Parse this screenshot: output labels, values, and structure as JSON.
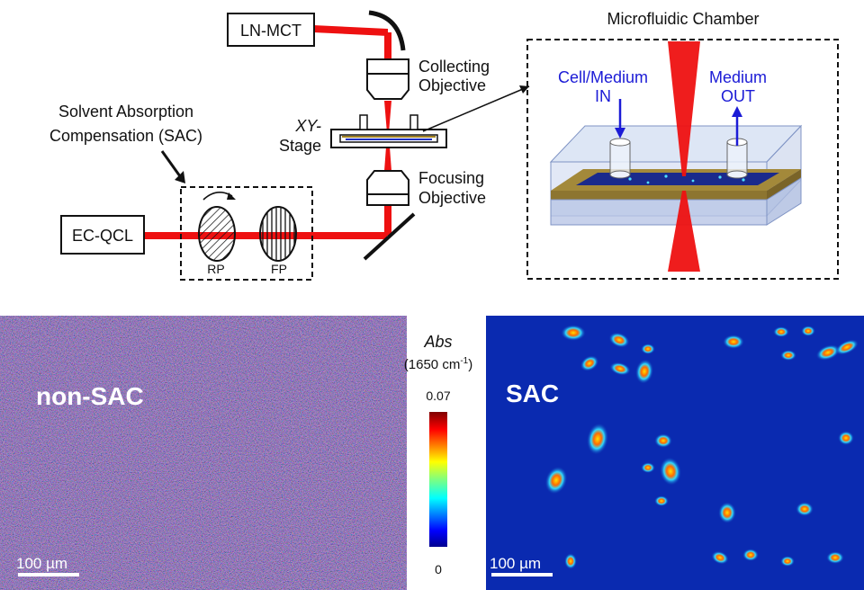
{
  "setup": {
    "detector": "LN-MCT",
    "laser": "EC-QCL",
    "collecting_objective": [
      "Collecting",
      "Objective"
    ],
    "focusing_objective": [
      "Focusing",
      "Objective"
    ],
    "stage": [
      "XY-",
      "Stage"
    ],
    "sac_title": [
      "Solvent Absorption",
      "Compensation (SAC)"
    ],
    "rp": "RP",
    "fp": "FP"
  },
  "chamber": {
    "title": "Microfluidic Chamber",
    "inlet": [
      "Cell/Medium",
      "IN"
    ],
    "outlet": [
      "Medium",
      "OUT"
    ]
  },
  "images": {
    "left_label": "non-SAC",
    "right_label": "SAC",
    "scalebar_left": "100 µm",
    "scalebar_right": "100 µm"
  },
  "colorbar": {
    "title": "Abs",
    "subtitle_pre": "(1650 cm",
    "subtitle_sup": "-1",
    "subtitle_post": ")",
    "max_label": "0.07",
    "min_label": "0"
  },
  "colors": {
    "beam": "#ee1111",
    "blue_text": "#1b1bd6",
    "noise_bg": "#3a2a6a",
    "sac_bg": "#0a2ab0"
  }
}
